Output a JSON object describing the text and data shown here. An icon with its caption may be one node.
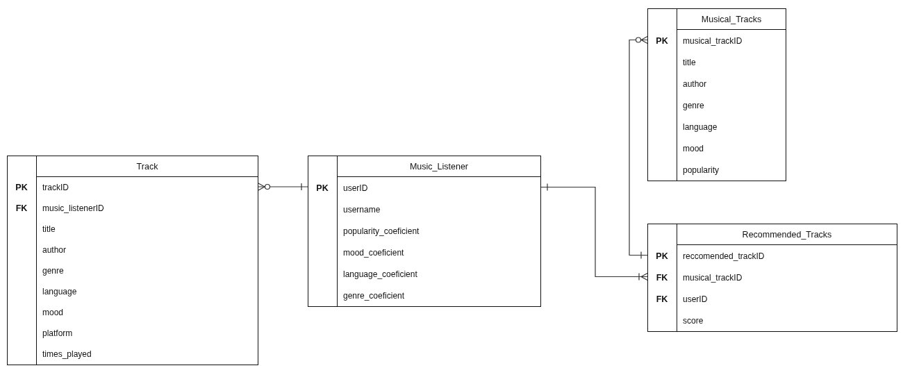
{
  "diagram": {
    "nodes": [
      {
        "text": [
          "Track"
        ]
      },
      {
        "text": [
          "PK",
          "trackID"
        ],
        "in": 0
      },
      {
        "text": [
          "FK",
          "music_listenerID"
        ],
        "in": 0
      },
      {
        "text": [
          "title"
        ],
        "in": 0
      },
      {
        "text": [
          "author"
        ],
        "in": 0
      },
      {
        "text": [
          "genre"
        ],
        "in": 0
      },
      {
        "text": [
          "language"
        ],
        "in": 0
      },
      {
        "text": [
          "mood"
        ],
        "in": 0
      },
      {
        "text": [
          "platform"
        ],
        "in": 0
      },
      {
        "text": [
          "times_played"
        ],
        "in": 0
      },
      {
        "text": [
          "Music_Listener"
        ]
      },
      {
        "text": [
          "PK",
          "userID"
        ],
        "in": 10
      },
      {
        "text": [
          "username"
        ],
        "in": 10
      },
      {
        "text": [
          "popularity_coeficient"
        ],
        "in": 10
      },
      {
        "text": [
          "mood_coeficient"
        ],
        "in": 10
      },
      {
        "text": [
          "language_coeficient"
        ],
        "in": 10
      },
      {
        "text": [
          "genre_coeficient"
        ],
        "in": 10
      },
      {
        "text": [
          "Musical_Tracks"
        ]
      },
      {
        "text": [
          "PK",
          "musical_trackID"
        ],
        "in": 17
      },
      {
        "text": [
          "title"
        ],
        "in": 17
      },
      {
        "text": [
          "author"
        ],
        "in": 17
      },
      {
        "text": [
          "genre"
        ],
        "in": 17
      },
      {
        "text": [
          "language"
        ],
        "in": 17
      },
      {
        "text": [
          "mood"
        ],
        "in": 17
      },
      {
        "text": [
          "popularity"
        ],
        "in": 17
      },
      {
        "text": [
          "Recommended_Tracks"
        ]
      },
      {
        "text": [
          "PK",
          "reccomended_trackID"
        ],
        "in": 25
      },
      {
        "text": [
          "FK",
          "musical_trackID"
        ],
        "in": 25
      },
      {
        "text": [
          "FK",
          "userID"
        ],
        "in": 25
      },
      {
        "text": [
          "score"
        ],
        "in": 25
      }
    ],
    "edges": [
      {
        "from": 0,
        "to": 10,
        "arrow": "other"
      },
      {
        "from": 10,
        "to": 25,
        "arrow": "other"
      },
      {
        "from": 17,
        "to": 25,
        "arrow": "other"
      }
    ]
  }
}
